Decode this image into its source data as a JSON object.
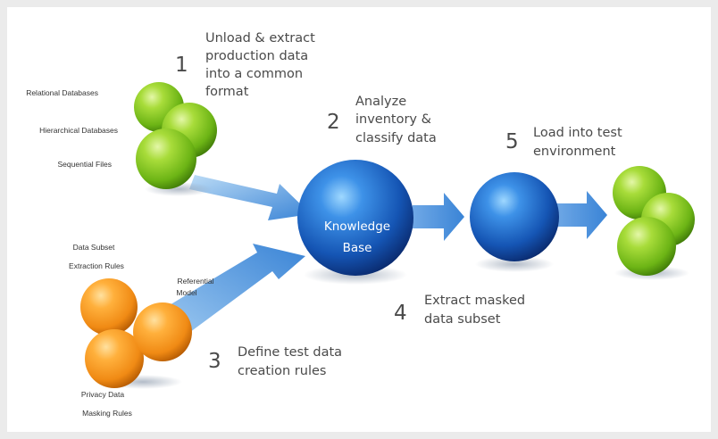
{
  "colors": {
    "page_border": "#ebebeb",
    "background": "#ffffff",
    "arrow": "#3d86d8",
    "green_sphere": "#7fc41c",
    "orange_sphere": "#f5901e",
    "blue_sphere": "#1c63c4",
    "text": "#4a4a4a"
  },
  "steps": [
    {
      "number": "1",
      "lines": [
        "Unload & extract",
        "production data",
        "into a common",
        "format"
      ]
    },
    {
      "number": "2",
      "lines": [
        "Analyze",
        "inventory &",
        "classify data"
      ]
    },
    {
      "number": "3",
      "lines": [
        "Define test data",
        "creation rules"
      ]
    },
    {
      "number": "4",
      "lines": [
        "Extract masked",
        "data subset"
      ]
    },
    {
      "number": "5",
      "lines": [
        "Load into test",
        "environment"
      ]
    }
  ],
  "sources": {
    "relational": "Relational Databases",
    "hierarchical": "Hierarchical Databases",
    "sequential": "Sequential Files"
  },
  "rules": {
    "subset_lines": [
      "Data Subset",
      "Extraction Rules"
    ],
    "referential_lines": [
      "Referential",
      "Model"
    ],
    "privacy_lines": [
      "Privacy Data",
      "Masking Rules"
    ]
  },
  "knowledge_base_lines": [
    "Knowledge",
    "Base"
  ]
}
